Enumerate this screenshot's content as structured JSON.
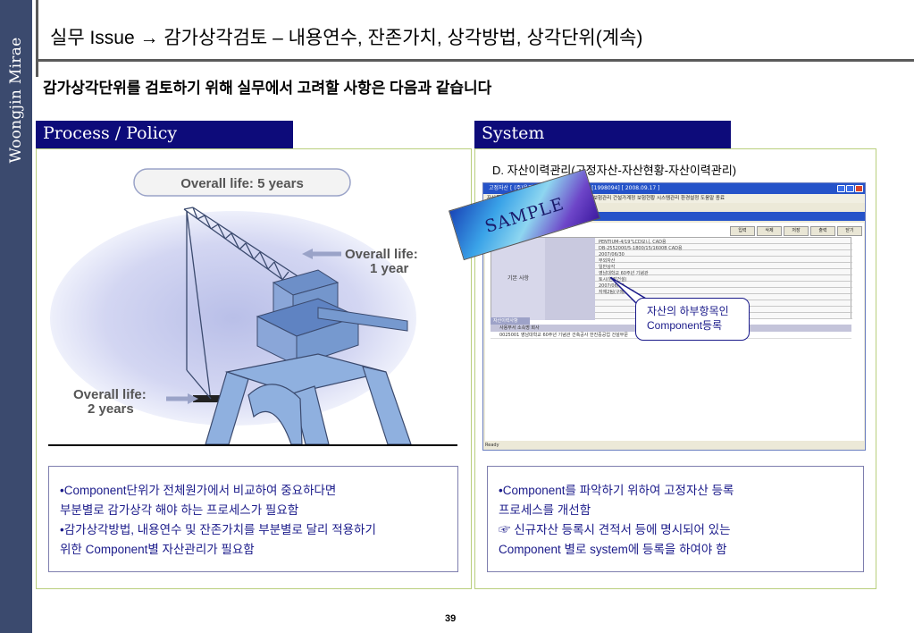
{
  "sidebar": {
    "brand": "Woongjin Mirae"
  },
  "header": {
    "title": "실무 Issue   →  감가상각검토 – 내용연수, 잔존가치, 상각방법, 상각단위(계속)",
    "subtitle": "감가상각단위를 검토하기 위해 실무에서 고려할 사항은 다음과 같습니다"
  },
  "left": {
    "heading": "Process / Policy",
    "diagram": {
      "overall_5": "Overall life: 5 years",
      "overall_1_line1": "Overall life:",
      "overall_1_line2": "1 year",
      "overall_2_line1": "Overall life:",
      "overall_2_line2": "2 years"
    },
    "notes": [
      "•Component단위가 전체원가에서 비교하여 중요하다면",
      "부분별로 감가상각 해야 하는 프로세스가 필요함",
      "•감가상각방법, 내용연수 및 잔존가치를 부분별로 달리 적용하기",
      "위한 Component별 자산관리가 필요함"
    ]
  },
  "right": {
    "heading": "System",
    "caption": "D. 자산이력관리(고정자산-자산현황-자산이력관리)",
    "sample_label": "SAMPLE",
    "window": {
      "title": "고정자산 [ (주)웅진 ]   …   2(구매Part) 김미라   [1998094]   [ 2008.09.17 ]",
      "menu": "자산등록  자산변동  감가상각  결산  조회  …  검증작업  보험관리  건설가계정  보험현황  시스템관리  환경설정  도움말  종료",
      "toolbar": [
        "입력",
        "삭제",
        "저장",
        "출력",
        "닫기"
      ],
      "side_label": "기본 사항",
      "fields": [
        "PENTIUM-4/19\"LCD모니, CAD용",
        "DB-2552000/5-1800/15/1600B CAD용",
        "2007/06/30",
        "부외자산",
        "일반상각",
        "영남대학교 60주년 기념관",
        "토시(현장건설)",
        "2007/06/30",
        "자재2팀(구매Part)"
      ],
      "list_tab": "자산이력사항",
      "list_header": "사용부서        소속명                                        회사",
      "list_row": "0025001  영남대학교 60주년 기념관 건축공사                     한진중공업 건설부문",
      "status": "Ready"
    },
    "callout_line1": "자산의 하부항목인",
    "callout_line2": "Component등록",
    "notes": [
      "•Component를 파악하기 위하여 고정자산 등록",
      "프로세스를 개선함",
      "☞ 신규자산 등록시 견적서 등에 명시되어 있는",
      "Component 별로 system에 등록을 하여야 함"
    ]
  },
  "footer": {
    "page": "39"
  },
  "colors": {
    "sidebar": "#3b4a6e",
    "heading_bg": "#0d0b7a",
    "panel_border": "#b9cf7d",
    "note_text": "#1a1a8a"
  }
}
